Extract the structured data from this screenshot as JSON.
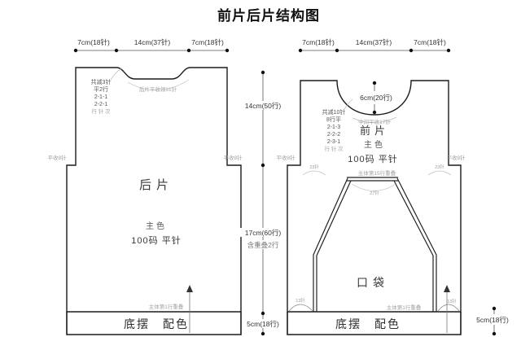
{
  "title": "前片后片结构图",
  "back": {
    "dim_left": "7cm(18针)",
    "dim_center": "14cm(37针)",
    "dim_right": "7cm(18针)",
    "neck_notes": {
      "l1": "共减3针",
      "l2": "平2行",
      "l3": "2-1-1",
      "l4": "2-2-1",
      "l5": "行 针 次"
    },
    "neck_bindoff": "后片平收领31针",
    "armhole_left": "平收8针",
    "armhole_right": "平收8针",
    "name": "后片",
    "color": "主色",
    "gauge": "100码 平针",
    "overlap": "主体第1行重叠",
    "hem": "底摆　配色"
  },
  "front": {
    "dim_left": "7cm(18针)",
    "dim_center": "14cm(37针)",
    "dim_right": "7cm(18针)",
    "neck_depth": "6cm(20行)",
    "neck_notes": {
      "l1": "共减10针",
      "l2": "8行平",
      "l3": "2-1-3",
      "l4": "2-2-2",
      "l5": "2-3-1",
      "l6": "行 针 次"
    },
    "neck_bindoff": "中间平收17针",
    "armhole_left": "平收8针",
    "armhole_right": "平收8针",
    "name": "前片",
    "color": "主色",
    "gauge": "100码 平针",
    "pocket": "口袋",
    "pocket_overlap": "主体第15行重叠",
    "pocket_top_count": "27针",
    "pocket_left_count": "23针",
    "pocket_right_count": "23针",
    "corner_left_count": "13针",
    "corner_right_count": "13针",
    "overlap": "主体第1行重叠",
    "hem": "底摆　配色"
  },
  "dims": {
    "armhole_depth": "14cm(50行)",
    "body_length": "17cm(60行)",
    "body_note": "含重叠2行",
    "hem_height": "5cm(18行)",
    "hem_height_right": "5cm(18行)"
  }
}
